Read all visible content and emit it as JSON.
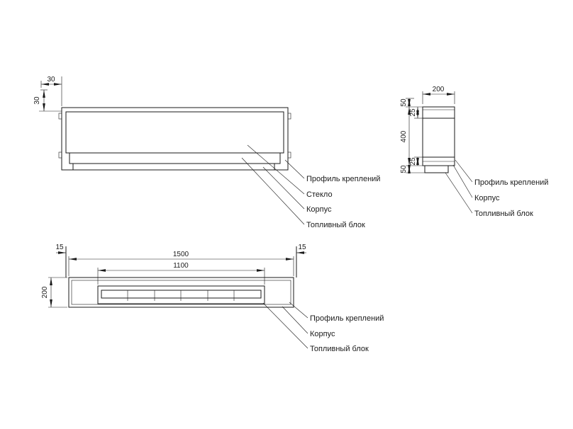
{
  "drawing": {
    "front": {
      "dims": {
        "offset_top": "30",
        "offset_side": "30"
      },
      "labels": {
        "profile": "Профиль креплений",
        "glass": "Стекло",
        "body": "Корпус",
        "fuel": "Топливный блок"
      }
    },
    "side": {
      "dims": {
        "width": "200",
        "top_offset": "50",
        "top_inset": "25",
        "height": "400",
        "bottom_inset": "25",
        "bottom_offset": "50"
      },
      "labels": {
        "profile": "Профиль креплений",
        "body": "Корпус",
        "fuel": "Топливный блок"
      }
    },
    "plan": {
      "dims": {
        "left_offset": "15",
        "right_offset": "15",
        "overall_width": "1500",
        "burner_width": "1100",
        "depth": "200"
      },
      "labels": {
        "profile": "Профиль креплений",
        "body": "Корпус",
        "fuel": "Топливный блок"
      }
    },
    "colors": {
      "line": "#1a1a1a",
      "text": "#1a1a1a",
      "background": "#ffffff"
    }
  }
}
